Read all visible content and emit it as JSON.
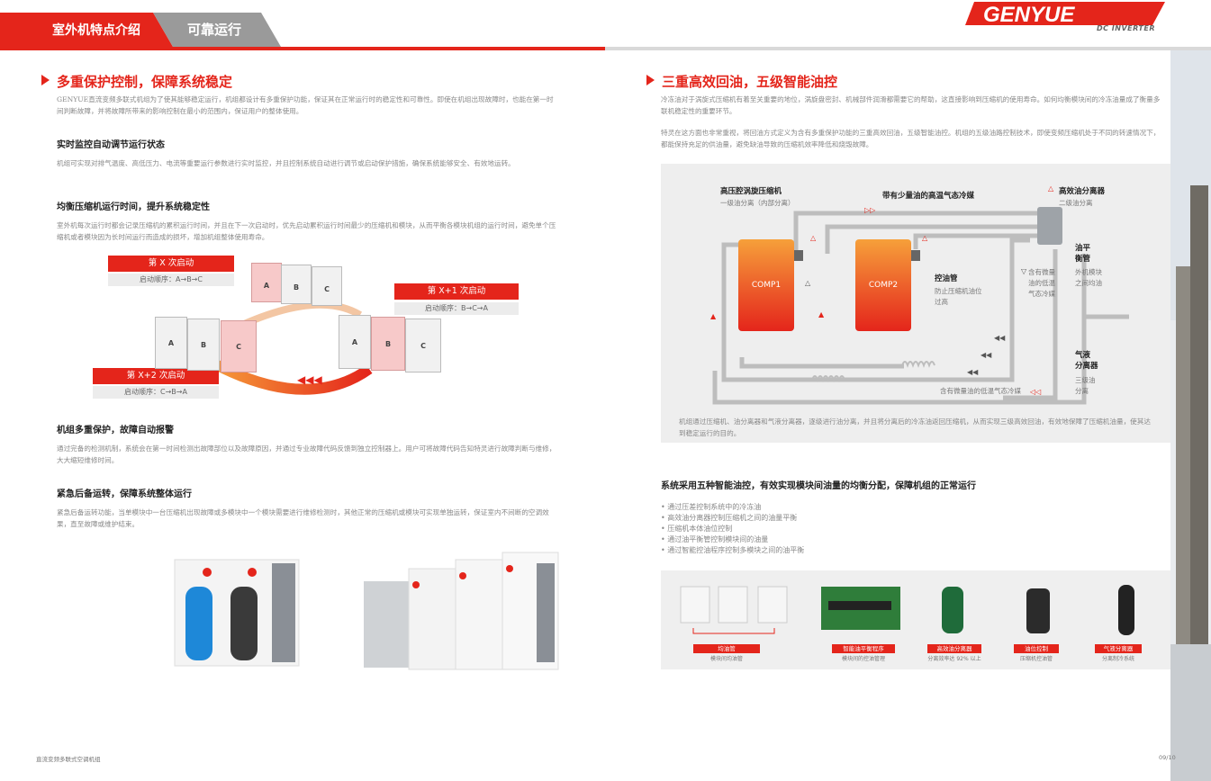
{
  "header": {
    "tab_primary": "室外机特点介绍",
    "tab_secondary": "可靠运行",
    "logo_text": "GENYUE",
    "logo_sub": "DC INVERTER",
    "accent_color": "#e4251b"
  },
  "left": {
    "title": "多重保护控制，保障系统稳定",
    "intro": "GENYUE直流变频多联式机组为了使其能够稳定运行，机组都设计有多重保护功能，保证其在正常运行时的稳定性和可靠性。即使在机组出现故障时，也能在第一时间判断故障，并将故障所带来的影响控制在最小的范围内，保证用户的整体使用。",
    "s1_title": "实时监控自动调节运行状态",
    "s1_body": "机组可实现对排气温度、高低压力、电流等重要运行参数进行实时监控，并且控制系统自动进行调节或启动保护措施，确保系统能够安全、有效地运转。",
    "s2_title": "均衡压缩机运行时间，提升系统稳定性",
    "s2_body": "室外机每次运行时都会记录压缩机的累积运行时间，并且在下一次启动时，优先启动累积运行时间最少的压缩机和模块，从而平衡各模块机组的运行时间，避免单个压缩机或者模块因为长时间运行而造成的损坏，增加机组整体使用寿命。",
    "rotation": {
      "x_label": "第 X 次启动",
      "x_seq": "启动顺序：A→B→C",
      "x1_label": "第 X+1 次启动",
      "x1_seq": "启动顺序：B→C→A",
      "x2_label": "第 X+2 次启动",
      "x2_seq": "启动顺序：C→B→A",
      "unit_a": "A",
      "unit_b": "B",
      "unit_c": "C"
    },
    "s3_title": "机组多重保护，故障自动报警",
    "s3_body": "通过完备的检测机制，系统会在第一时间检测出故障部位以及故障原因，并通过专业故障代码反馈到独立控制器上。用户可将故障代码告知特灵进行故障判断与维修，大大缩短维修时间。",
    "s4_title": "紧急后备运转，保障系统整体运行",
    "s4_body": "紧急后备运转功能，当单模块中一台压缩机出现故障或多模块中一个模块需要进行维修检测时，其他正常的压缩机或模块可实现单独运转，保证室内不间断的空调效果，直至故障或维护结束。"
  },
  "right": {
    "title": "三重高效回油，五级智能油控",
    "p1": "冷冻油对于涡旋式压缩机有着至关重要的地位，涡旋盘密封、机械部件润滑都需要它的帮助，这直接影响到压缩机的使用寿命。如何均衡模块间的冷冻油量成了衡量多联机稳定性的重要环节。",
    "p2": "特灵在这方面也非常重视，将回油方式定义为含有多重保护功能的三重高效回油，五级智能油控。机组的五级油路控制技术，即使变频压缩机处于不同的转速情况下，都能保持充足的供油量，避免缺油导致的压缩机效率降低和烧毁故障。",
    "diagram": {
      "hp_title": "高压腔涡旋压缩机",
      "hp_sub": "一级油分离（内部分离）",
      "top_flow": "带有少量油的高温气态冷媒",
      "sep_title": "高效油分离器",
      "sep_sub": "二级油分离",
      "comp1": "COMP1",
      "comp2": "COMP2",
      "ctrl_title": "控油管",
      "ctrl_sub1": "防止压缩机油位",
      "ctrl_sub2": "过高",
      "mid1": "含有微量",
      "mid2": "油的低温",
      "mid3": "气态冷媒",
      "bal_title1": "油平",
      "bal_title2": "衡管",
      "bal_sub1": "外机模块",
      "bal_sub2": "之间均油",
      "gl_title1": "气液",
      "gl_title2": "分离器",
      "gl_sub1": "三级油",
      "gl_sub2": "分离",
      "bottom_flow": "含有微量油的低温气态冷媒",
      "caption": "机组通过压缩机、油分离器和气液分离器，逐级进行油分离，并且将分离后的冷冻油返回压缩机，从而实现三级高效回油，有效地保障了压缩机油量，使其达到稳定运行的目的。"
    },
    "sub_title": "系统采用五种智能油控，有效实现模块间油量的均衡分配，保障机组的正常运行",
    "bullets": [
      "通过压差控制系统中的冷冻油",
      "高效油分离器控制压缩机之间的油量平衡",
      "压缩机本体油位控制",
      "通过油平衡管控制模块间的油量",
      "通过智能控油程序控制多模块之间的油平衡"
    ],
    "products": [
      {
        "label": "均油管",
        "sub": "模块间均油管"
      },
      {
        "label": "智能油平衡程序",
        "sub": "模块间的控油管理"
      },
      {
        "label": "高效油分离器",
        "sub": "分离效率达 92% 以上"
      },
      {
        "label": "油位控制",
        "sub": "压缩机控油管"
      },
      {
        "label": "气液分离器",
        "sub": "分离制冷系统"
      }
    ]
  },
  "footer": {
    "left": "直流变频多联式空调机组",
    "right": "09/10"
  }
}
